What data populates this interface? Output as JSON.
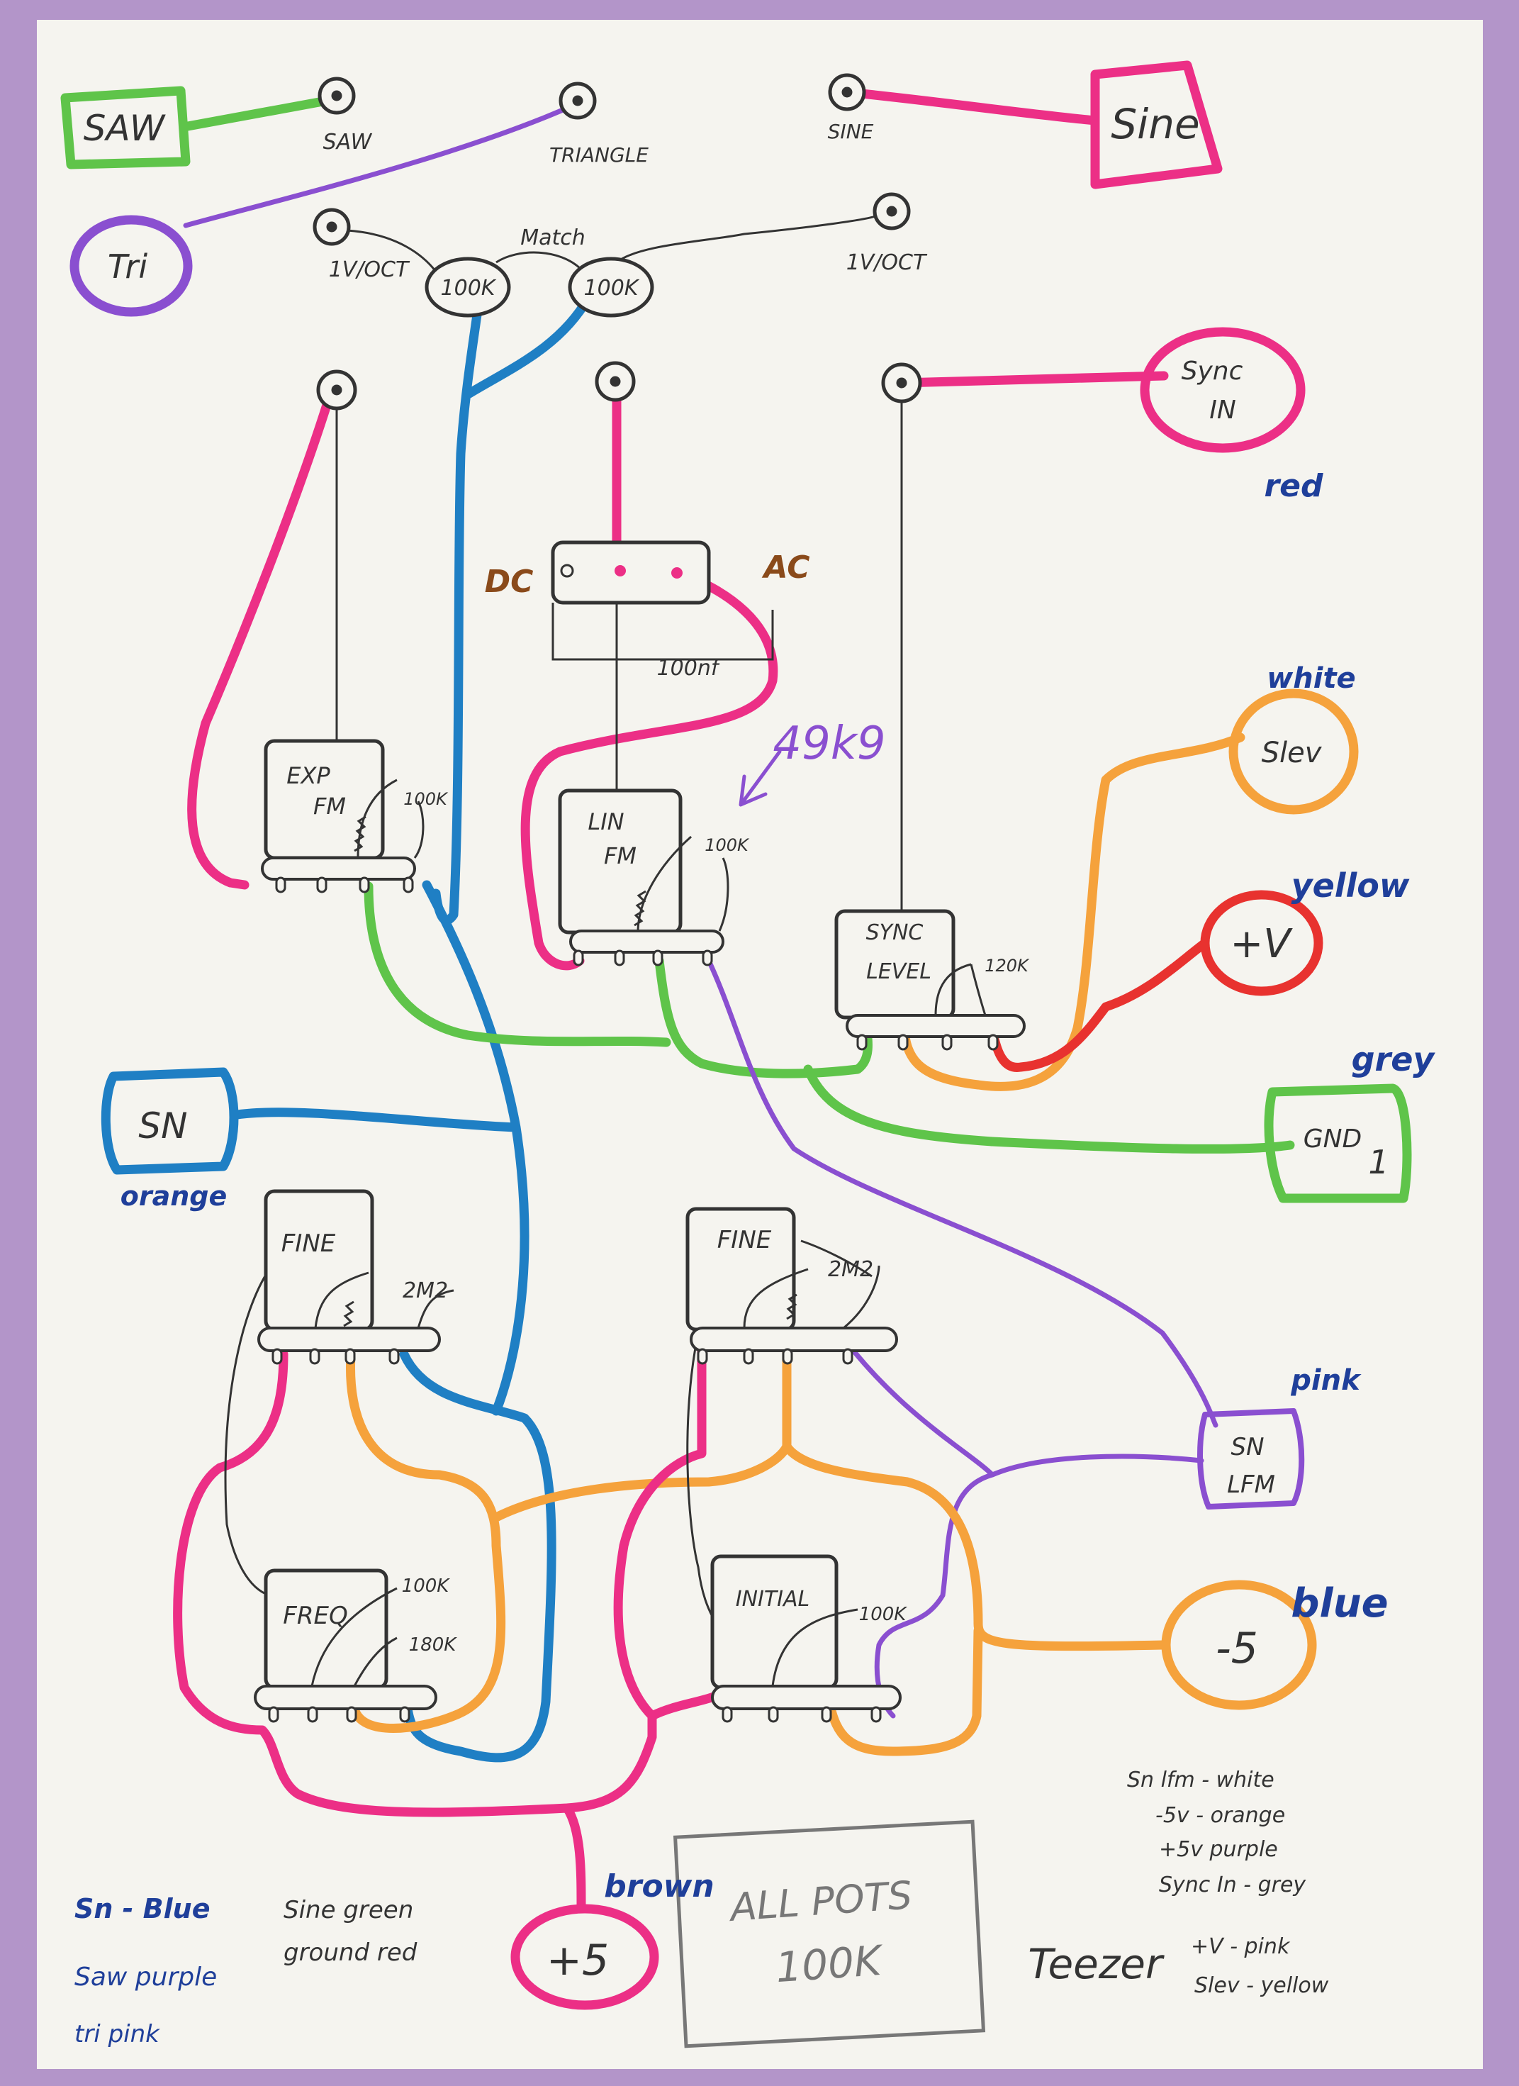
{
  "colors": {
    "background": "#b395c9",
    "paper": "#f5f4ef",
    "green": "#5fc44a",
    "purple": "#8a4fd0",
    "pink": "#ec2f86",
    "blue": "#1f7fc4",
    "orange": "#f5a23c",
    "red": "#e8322f",
    "ink": "#333333",
    "navy": "#1f3f9a",
    "brown": "#8a4a1a",
    "pencil": "#777777"
  },
  "labels": {
    "saw_box": "SAW",
    "tri_box": "Tri",
    "sine_box": "Sine",
    "saw_jack": "SAW",
    "triangle_jack": "TRIANGLE",
    "sine_jack": "SINE",
    "v_oct_left": "1V/OCT",
    "v_oct_right": "1V/OCT",
    "pot_100k_left": "100K",
    "pot_100k_right": "100K",
    "match": "Match",
    "sync_in_line1": "Sync",
    "sync_in_line2": "IN",
    "red_note": "red",
    "dc": "DC",
    "ac": "AC",
    "cap_100nf": "100nf",
    "resistor_49k9": "49k9",
    "exp_fm_line1": "EXP",
    "exp_fm_line2": "FM",
    "exp_fm_value": "100K",
    "lin_fm_line1": "LIN",
    "lin_fm_line2": "FM",
    "lin_fm_value": "100K",
    "sync_level_line1": "SYNC",
    "sync_level_line2": "LEVEL",
    "sync_level_value": "120K",
    "slev_box": "Slev",
    "white_note": "white",
    "plus_v_box": "+V",
    "yellow_note": "yellow",
    "gnd_box": "GND",
    "gnd_sub": "1",
    "grey_note": "grey",
    "sn_box": "SN",
    "orange_note": "orange",
    "fine_left": "FINE",
    "fine_left_value": "2M2",
    "fine_right": "FINE",
    "fine_right_value": "2M2",
    "sn_lfm_line1": "SN",
    "sn_lfm_line2": "LFM",
    "pink_note": "pink",
    "freq": "FREQ",
    "freq_value1": "100K",
    "freq_value2": "180K",
    "initial": "INITIAL",
    "initial_value": "100K",
    "minus5_box": "-5",
    "blue_note": "blue",
    "plus5_box": "+5",
    "brown_note": "brown",
    "all_pots_line1": "ALL POTS",
    "all_pots_line2": "100K",
    "teezer": "Teezer",
    "legend_left": {
      "sn": "Sn - Blue",
      "saw": "Saw purple",
      "tri": "tri pink",
      "sine": "Sine green",
      "ground": "ground red"
    },
    "legend_right": [
      "Sn lfm - white",
      "-5v - orange",
      "+5v purple",
      "Sync In - grey",
      "+V - pink",
      "Slev - yellow"
    ]
  }
}
